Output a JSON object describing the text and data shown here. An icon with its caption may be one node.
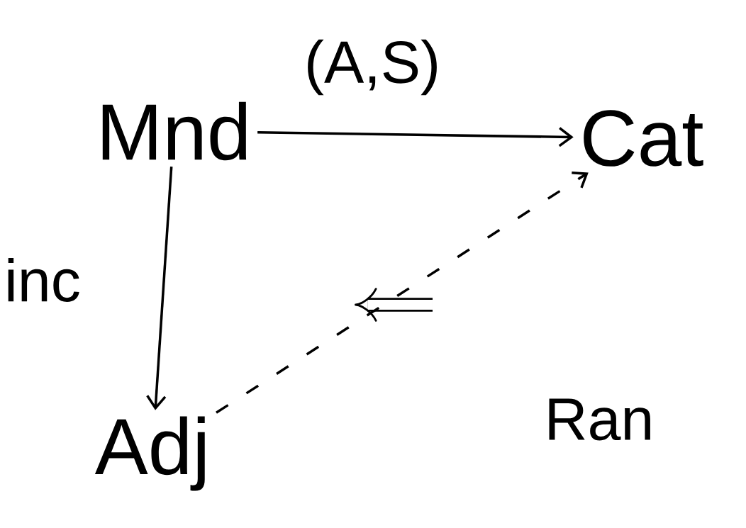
{
  "diagram": {
    "nodes": [
      {
        "text": [
          "Mnd"
        ]
      },
      {
        "text": [
          "Cat"
        ]
      },
      {
        "text": [
          "Adj"
        ]
      }
    ],
    "edges": [
      {
        "from": 0,
        "to": 1,
        "arrow": "to",
        "label": "(A,S)"
      },
      {
        "from": 0,
        "to": 2,
        "arrow": "to",
        "label": "inc"
      },
      {
        "from": 2,
        "to": 1,
        "arrow": "to",
        "label": "Ran",
        "style": "dashed"
      }
    ]
  }
}
